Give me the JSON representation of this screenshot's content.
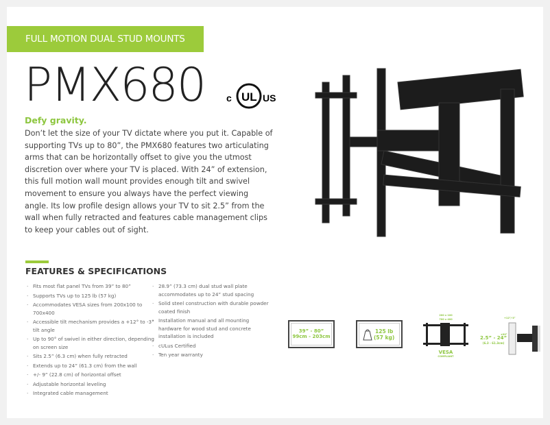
{
  "banner": "FULL MOTION DUAL STUD MOUNTS",
  "title": "PMX680",
  "cert_logo": {
    "text": "cULus",
    "name": "ul-listed-logo"
  },
  "tagline": "Defy gravity.",
  "description": "Don’t let the size of your TV dictate where you put it. Capable of supporting TVs up to 80”, the PMX680 features two articulating arms that can be horizontally offset to give you the utmost discretion over where your TV is placed. With 24” of extension, this full motion wall mount provides enough tilt and swivel movement to ensure you always have the perfect viewing angle. Its low profile design allows your TV to sit 2.5” from the wall when fully retracted and features cable management clips to keep your cables out of sight.",
  "features_heading": "FEATURES & SPECIFICATIONS",
  "features_left": [
    "Fits most flat panel TVs from 39” to 80”",
    "Supports TVs up to 125 lb (57 kg)",
    "Accommodates VESA sizes from 200x100 to 700x400",
    "Accessible tilt mechanism provides a +12° to -3° tilt angle",
    "Up to 90° of swivel in either direction, depending on screen size",
    "Sits 2.5” (6.3 cm) when fully retracted",
    "Extends up to 24” (61.3 cm) from the wall",
    "+/-  9” (22.8 cm) of horizontal offset",
    "Adjustable horizontal leveling",
    "Integrated cable management"
  ],
  "features_right": [
    "28.9” (73.3 cm) dual stud wall plate accommodates up to 24” stud spacing",
    "Solid steel construction with durable powder coated finish",
    "Installation manual and all mounting hardware for wood stud and concrete installation is included",
    "cULus Certified",
    "Ten year warranty"
  ],
  "icons": {
    "screen": {
      "line1": "39” - 80”",
      "line2": "99cm - 203cm"
    },
    "weight": {
      "line1": "125 lb",
      "line2": "(57 kg)"
    },
    "vesa": {
      "top1": "200 x 100",
      "top2": "700 x 400",
      "label": "VESA",
      "sub": "COMPLIANT"
    },
    "extension": {
      "tilt": "+12°/-3°",
      "swivel": "±90°",
      "line1": "2.5” - 24”",
      "line2": "(6.3 - 61.3cm)"
    }
  },
  "colors": {
    "accent": "#9ccb3b"
  }
}
